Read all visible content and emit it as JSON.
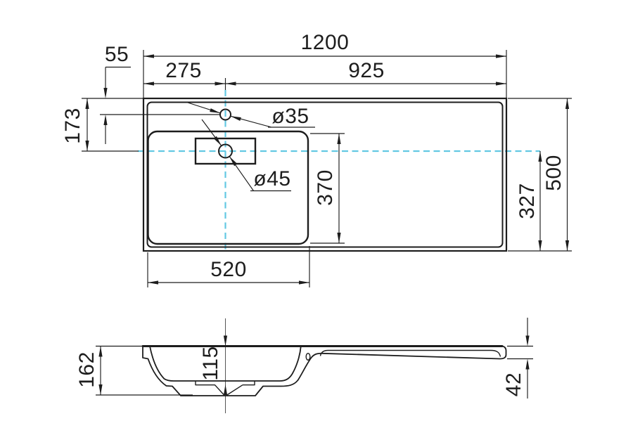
{
  "drawing": {
    "type": "technical-drawing",
    "subject": "washbasin with left bowl, plan view and section view",
    "views": {
      "top_view": {
        "dimensions": {
          "overall_width": "1200",
          "faucet_to_right_edge": "925",
          "left_edge_to_faucet": "275",
          "top_edge_to_faucet": "55",
          "top_edge_to_drain": "173",
          "faucet_hole_diameter": "ø35",
          "drain_hole_diameter": "ø45",
          "bowl_front_to_back": "370",
          "bowl_width": "520",
          "drain_to_bottom_edge": "327",
          "overall_depth": "500"
        }
      },
      "section_view": {
        "dimensions": {
          "total_height": "162",
          "bowl_inner_depth": "115",
          "slab_edge_thickness": "42"
        }
      }
    },
    "colors": {
      "line": "#1d1d1d",
      "centerline": "#63c9e3",
      "axis_line": "#555555",
      "background": "#ffffff"
    }
  }
}
